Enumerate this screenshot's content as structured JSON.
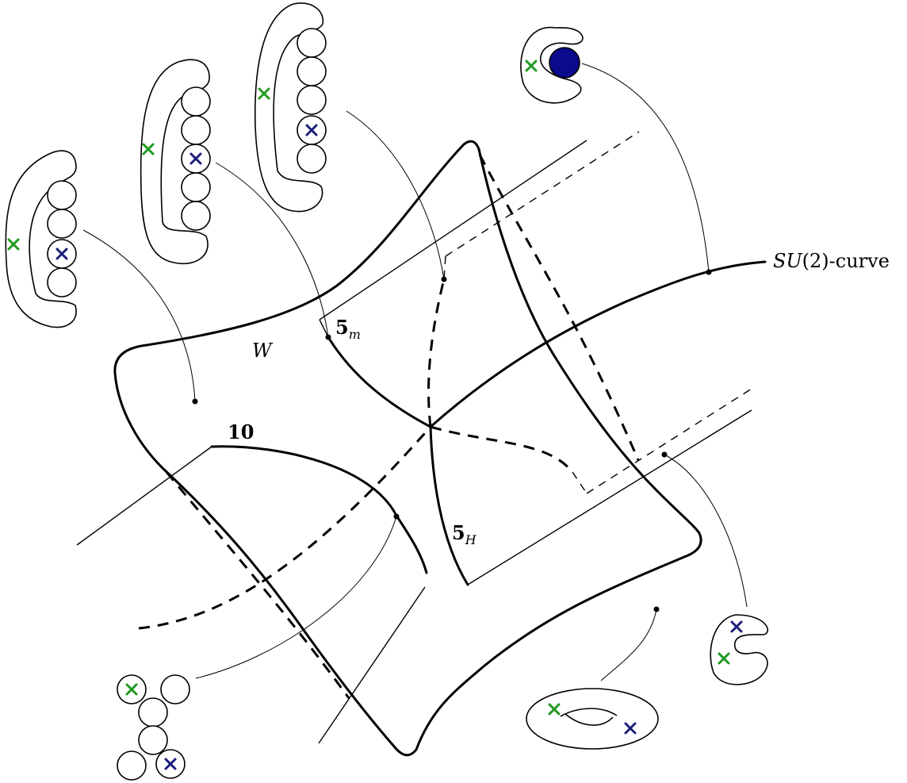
{
  "labels": {
    "surface": "W",
    "curve_su2_italic": "SU",
    "curve_su2_rest": "(2)-curve",
    "rep_10": "10",
    "rep_5m_main": "5",
    "rep_5m_sub": "m",
    "rep_5h_main": "5",
    "rep_5h_sub": "H"
  },
  "marker_colors": {
    "green": "#1f9a1f",
    "blue": "#1c1c7a",
    "filled_disc": "#0a0a8c"
  },
  "icons": [
    "cross-marker-icon",
    "filled-disc-icon"
  ]
}
